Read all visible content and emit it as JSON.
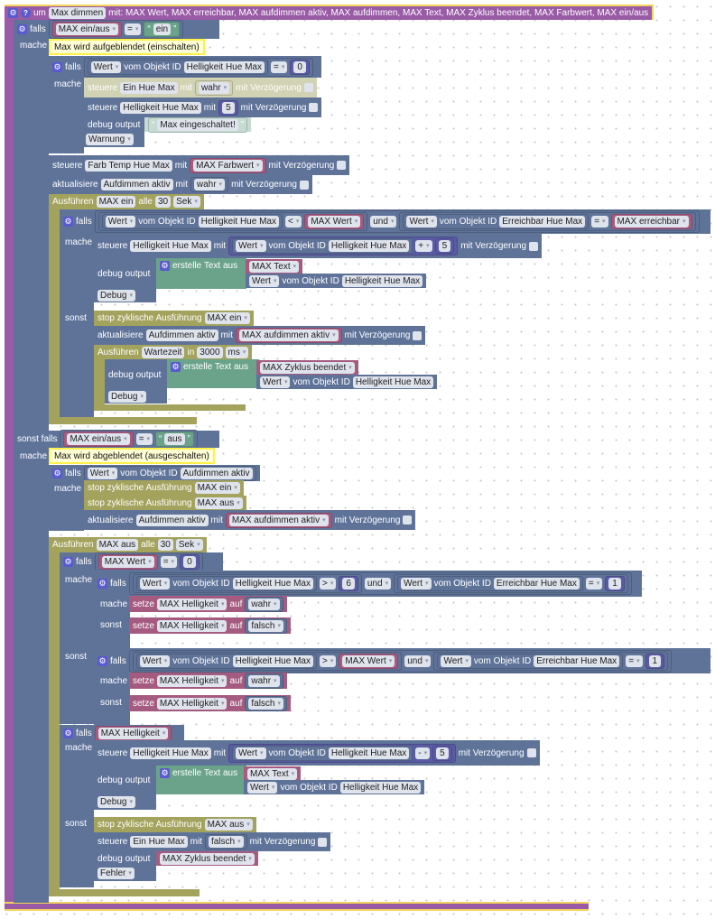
{
  "function_block": {
    "prefix": "um",
    "name": "Max dimmen",
    "params": "mit: MAX Wert, MAX erreichbar, MAX aufdimmen aktiv, MAX aufdimmen, MAX Text, MAX Zyklus beendet, MAX Farbwert, MAX ein/aus",
    "help": "?"
  },
  "common": {
    "falls": "falls",
    "mache": "mache",
    "sonst": "sonst",
    "sonst_falls": "sonst falls",
    "wert": "Wert",
    "vom_objekt_id": "vom Objekt ID",
    "mit": "mit",
    "mit_verzoegerung": "mit Verzögerung",
    "steuere": "steuere",
    "aktualisiere": "aktualisiere",
    "debug_output": "debug output",
    "erstelle_text_aus": "erstelle Text aus",
    "stop_zyklisch": "stop zyklische Ausführung",
    "ausfuehren": "Ausführen",
    "alle": "alle",
    "in": "in",
    "setze": "setze",
    "auf": "auf",
    "und": "und",
    "wahr": "wahr",
    "falsch": "falsch",
    "sek": "Sek",
    "ms": "ms",
    "quote_open": "“",
    "quote_close": "”"
  },
  "objects": {
    "helligkeit": "Helligkeit Hue Max",
    "erreichbar": "Erreichbar Hue Max",
    "ein_hue": "Ein Hue Max",
    "farb_temp": "Farb Temp Hue Max",
    "aufdimmen": "Aufdimmen aktiv"
  },
  "variables": {
    "ein_aus": "MAX ein/aus",
    "wert": "MAX Wert",
    "erreichbar": "MAX erreichbar",
    "aufdimmen_aktiv": "MAX aufdimmen aktiv",
    "text": "MAX Text",
    "zyklus": "MAX Zyklus beendet",
    "farbwert": "MAX Farbwert",
    "helligkeit": "MAX Helligkeit"
  },
  "ops": {
    "eq": "=",
    "lt": "<",
    "gt": ">",
    "plus": "+",
    "minus": "-"
  },
  "numbers": {
    "zero": "0",
    "one": "1",
    "five": "5",
    "six": "6",
    "thirty": "30",
    "t3000": "3000"
  },
  "strings": {
    "ein": "ein",
    "aus": "aus",
    "eingeschaltet": "Max eingeschaltet!"
  },
  "comments": {
    "on": "Max wird  aufgeblendet (einschalten)",
    "off": "Max wird  abgeblendet (ausgeschalten)"
  },
  "timers": {
    "max_ein": "MAX ein",
    "max_aus": "MAX aus",
    "wartezeit": "Wartezeit"
  },
  "levels": {
    "warnung": "Warnung",
    "debug": "Debug",
    "fehler": "Fehler"
  },
  "colors": {
    "fn": "#995ba6",
    "fn_outline": "#f4d35e",
    "logic": "#5f7399",
    "olive": "#a3a35e",
    "var": "#a55b80",
    "text": "#6aa38a",
    "math": "#5b5ba5",
    "disabled": "#d2d2b4",
    "textlight": "#c6dcd3"
  }
}
